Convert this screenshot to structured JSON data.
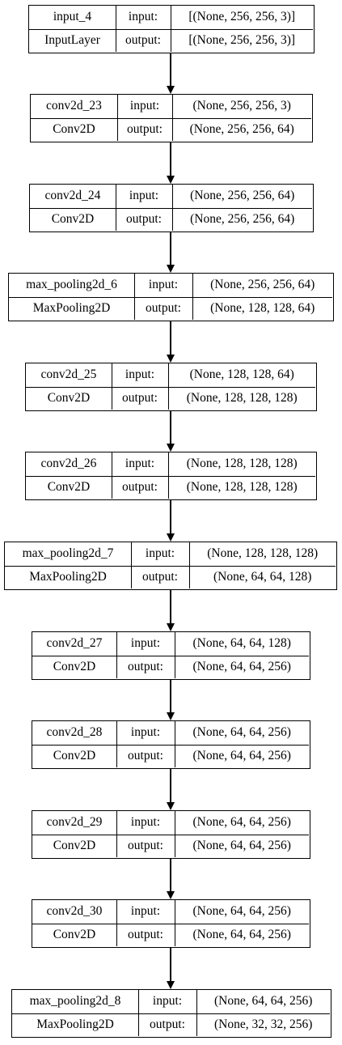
{
  "layers": [
    {
      "name": "input_4",
      "type": "InputLayer",
      "input_label": "input:",
      "output_label": "output:",
      "input_shape": "[(None, 256, 256, 3)]",
      "output_shape": "[(None, 256, 256, 3)]"
    },
    {
      "name": "conv2d_23",
      "type": "Conv2D",
      "input_label": "input:",
      "output_label": "output:",
      "input_shape": "(None, 256, 256, 3)",
      "output_shape": "(None, 256, 256, 64)"
    },
    {
      "name": "conv2d_24",
      "type": "Conv2D",
      "input_label": "input:",
      "output_label": "output:",
      "input_shape": "(None, 256, 256, 64)",
      "output_shape": "(None, 256, 256, 64)"
    },
    {
      "name": "max_pooling2d_6",
      "type": "MaxPooling2D",
      "input_label": "input:",
      "output_label": "output:",
      "input_shape": "(None, 256, 256, 64)",
      "output_shape": "(None, 128, 128, 64)"
    },
    {
      "name": "conv2d_25",
      "type": "Conv2D",
      "input_label": "input:",
      "output_label": "output:",
      "input_shape": "(None, 128, 128, 64)",
      "output_shape": "(None, 128, 128, 128)"
    },
    {
      "name": "conv2d_26",
      "type": "Conv2D",
      "input_label": "input:",
      "output_label": "output:",
      "input_shape": "(None, 128, 128, 128)",
      "output_shape": "(None, 128, 128, 128)"
    },
    {
      "name": "max_pooling2d_7",
      "type": "MaxPooling2D",
      "input_label": "input:",
      "output_label": "output:",
      "input_shape": "(None, 128, 128, 128)",
      "output_shape": "(None, 64, 64, 128)"
    },
    {
      "name": "conv2d_27",
      "type": "Conv2D",
      "input_label": "input:",
      "output_label": "output:",
      "input_shape": "(None, 64, 64, 128)",
      "output_shape": "(None, 64, 64, 256)"
    },
    {
      "name": "conv2d_28",
      "type": "Conv2D",
      "input_label": "input:",
      "output_label": "output:",
      "input_shape": "(None, 64, 64, 256)",
      "output_shape": "(None, 64, 64, 256)"
    },
    {
      "name": "conv2d_29",
      "type": "Conv2D",
      "input_label": "input:",
      "output_label": "output:",
      "input_shape": "(None, 64, 64, 256)",
      "output_shape": "(None, 64, 64, 256)"
    },
    {
      "name": "conv2d_30",
      "type": "Conv2D",
      "input_label": "input:",
      "output_label": "output:",
      "input_shape": "(None, 64, 64, 256)",
      "output_shape": "(None, 64, 64, 256)"
    },
    {
      "name": "max_pooling2d_8",
      "type": "MaxPooling2D",
      "input_label": "input:",
      "output_label": "output:",
      "input_shape": "(None, 64, 64, 256)",
      "output_shape": "(None, 32, 32, 256)"
    }
  ]
}
